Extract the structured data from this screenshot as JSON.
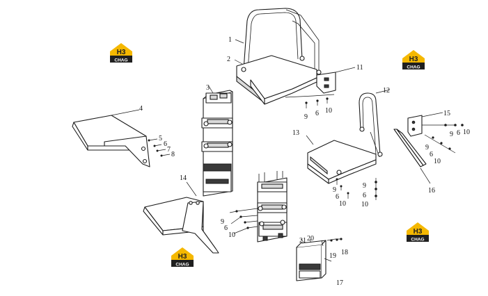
{
  "diagram": {
    "callouts": [
      "1",
      "2",
      "3",
      "4",
      "5",
      "6",
      "7",
      "8",
      "9",
      "10",
      "11",
      "12",
      "13",
      "14",
      "15",
      "16",
      "17",
      "18",
      "19",
      "20",
      "21"
    ],
    "repeated_callouts": {
      "six": "6",
      "nine": "9",
      "ten": "10"
    }
  },
  "watermark": {
    "letters_top": "H3",
    "letters_bottom": "CHAG",
    "brand_color": "#f5b800"
  }
}
